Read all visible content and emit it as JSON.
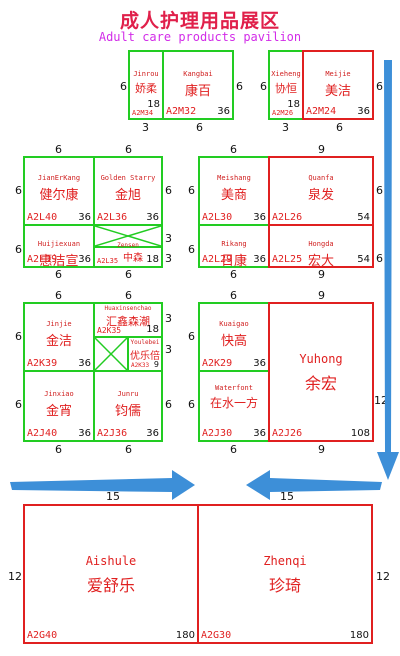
{
  "header": {
    "title": "成人护理用品展区",
    "subtitle": "Adult care products pavilion"
  },
  "booths": [
    {
      "id": "A2M34",
      "en": "Jinrou",
      "cn": "娇柔",
      "area": "18",
      "color": "green"
    },
    {
      "id": "A2M32",
      "en": "Kangbai",
      "cn": "康百",
      "area": "36",
      "color": "green"
    },
    {
      "id": "A2M26",
      "en": "Xieheng",
      "cn": "协恒",
      "area": "18",
      "color": "green"
    },
    {
      "id": "A2M24",
      "en": "Meijie",
      "cn": "美洁",
      "area": "36",
      "color": "red"
    },
    {
      "id": "A2L40",
      "en": "JianErKang",
      "cn": "健尔康",
      "area": "36",
      "color": "green"
    },
    {
      "id": "A2L36",
      "en": "Golden Starry",
      "cn": "金旭",
      "area": "36",
      "color": "green"
    },
    {
      "id": "A2L39",
      "en": "Huijiexuan",
      "cn": "惠洁宣",
      "area": "36",
      "color": "green"
    },
    {
      "id": "A2L35",
      "en": "Zensen",
      "cn": "中森",
      "area": "18",
      "color": "green"
    },
    {
      "id": "A2L30",
      "en": "Meishang",
      "cn": "美商",
      "area": "36",
      "color": "green"
    },
    {
      "id": "A2L26",
      "en": "Quanfa",
      "cn": "泉发",
      "area": "54",
      "color": "red"
    },
    {
      "id": "A2L29",
      "en": "Rikang",
      "cn": "日康",
      "area": "36",
      "color": "green"
    },
    {
      "id": "A2L25",
      "en": "Hongda",
      "cn": "宏大",
      "area": "54",
      "color": "red"
    },
    {
      "id": "A2K39",
      "en": "Jinjie",
      "cn": "金洁",
      "area": "36",
      "color": "green"
    },
    {
      "id": "A2K35",
      "en": "Huaxinsenchao",
      "cn": "汇鑫森潮",
      "area": "18",
      "color": "green"
    },
    {
      "id": "A2K33",
      "en": "Youlebei",
      "cn": "优乐倍",
      "area": "9",
      "color": "green"
    },
    {
      "id": "A2J40",
      "en": "Jinxiao",
      "cn": "金宵",
      "area": "36",
      "color": "green"
    },
    {
      "id": "A2J36",
      "en": "Junru",
      "cn": "钧儒",
      "area": "36",
      "color": "green"
    },
    {
      "id": "A2K29",
      "en": "Kuaigao",
      "cn": "快高",
      "area": "36",
      "color": "green"
    },
    {
      "id": "A2J30",
      "en": "Waterfont",
      "cn": "在水一方",
      "area": "36",
      "color": "green"
    },
    {
      "id": "A2J26",
      "en": "Yuhong",
      "cn": "余宏",
      "area": "108",
      "color": "red"
    },
    {
      "id": "A2G40",
      "en": "Aishule",
      "cn": "爱舒乐",
      "area": "180",
      "color": "red"
    },
    {
      "id": "A2G30",
      "en": "Zhenqi",
      "cn": "珍琦",
      "area": "180",
      "color": "red"
    }
  ],
  "dimensions": [
    "6",
    "3",
    "9",
    "12",
    "15"
  ],
  "colors": {
    "green": "#22cc22",
    "red": "#e02020",
    "arrow": "#3d8fd8",
    "title": "#e0204a",
    "subtitle": "#d22ce8"
  }
}
